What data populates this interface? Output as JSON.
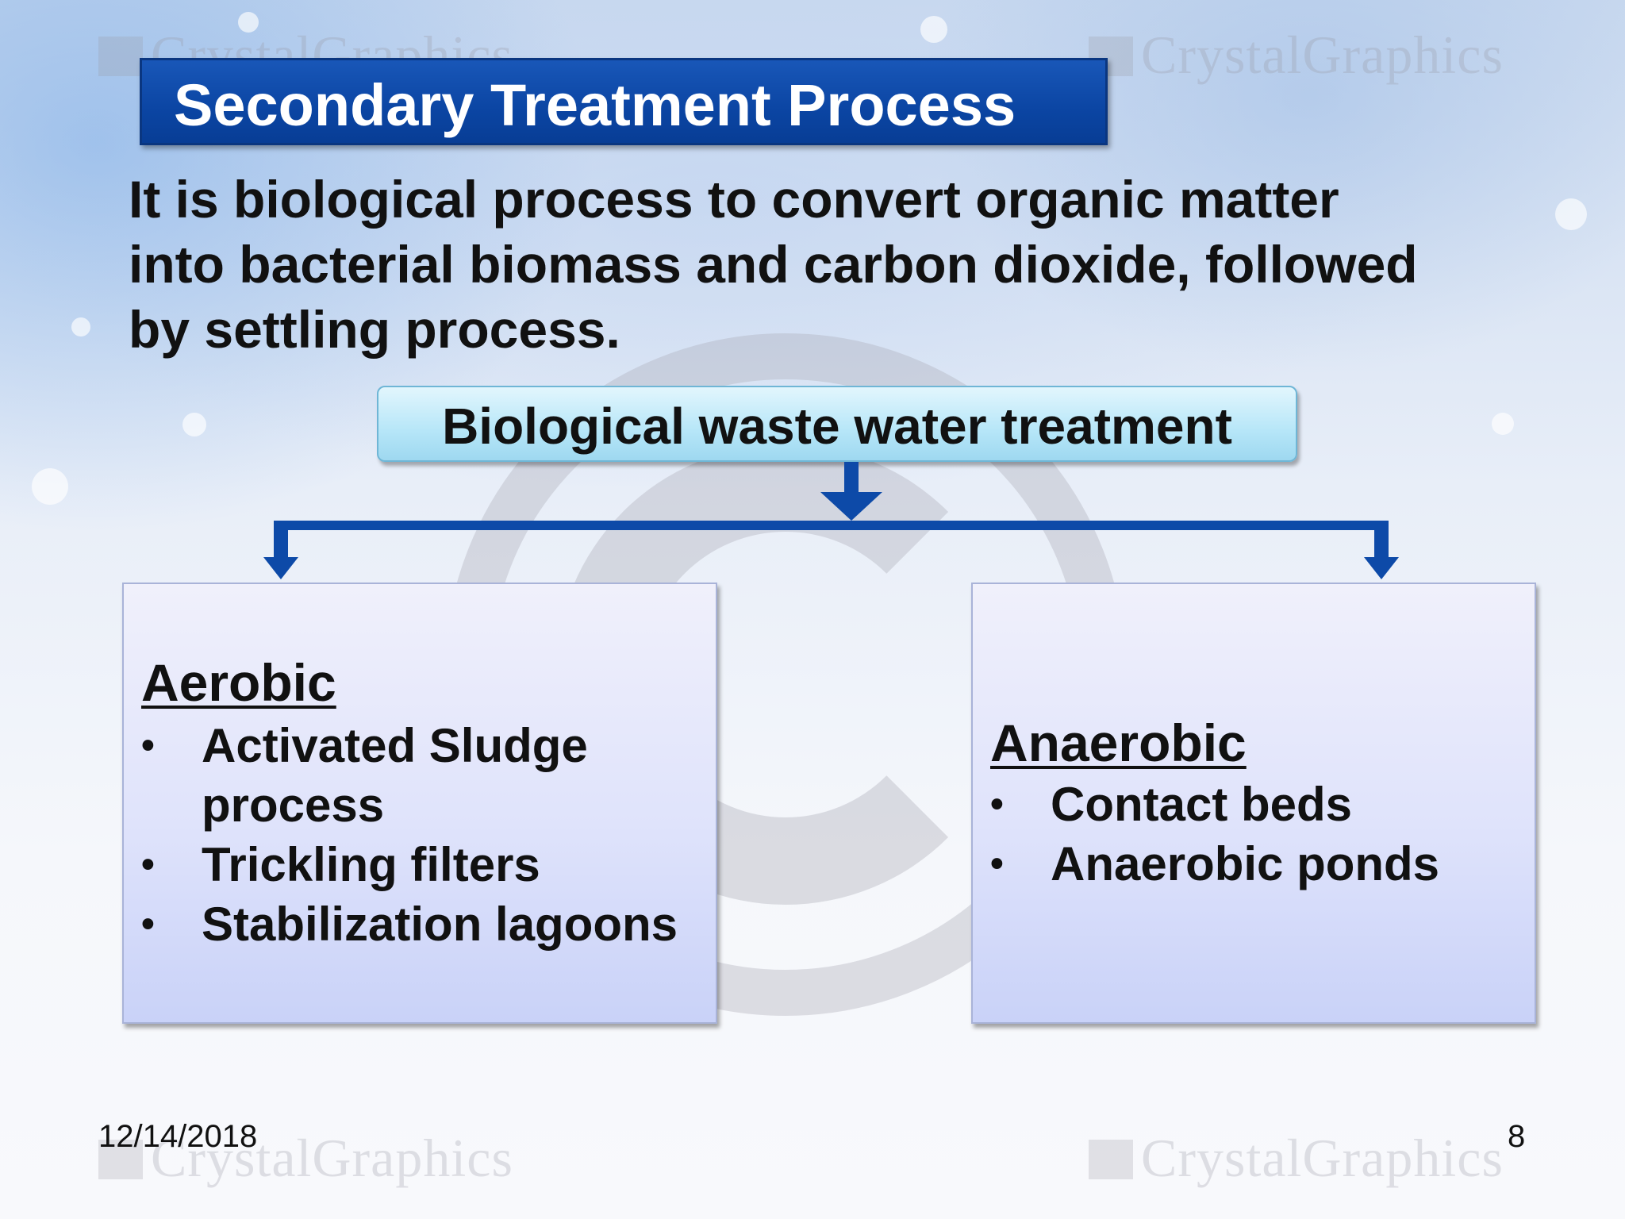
{
  "title": "Secondary Treatment Process",
  "intro_lines": [
    "It is biological process to convert organic matter",
    "into bacterial biomass and carbon dioxide, followed",
    "by settling process."
  ],
  "root_node": "Biological waste water treatment",
  "branches": [
    {
      "heading": "Aerobic",
      "items": [
        "Activated Sludge process",
        "Trickling filters",
        "Stabilization lagoons"
      ]
    },
    {
      "heading": "Anaerobic",
      "items": [
        "Contact beds",
        "Anaerobic ponds"
      ]
    }
  ],
  "footer": {
    "date": "12/14/2018",
    "page": "8"
  },
  "watermark_text": "CrystalGraphics",
  "colors": {
    "title_bar": "#0b45a3",
    "arrow": "#0d4aa8",
    "root_node_fill": "#b6e6f8",
    "branch_box_fill": "#dfe3fb"
  }
}
